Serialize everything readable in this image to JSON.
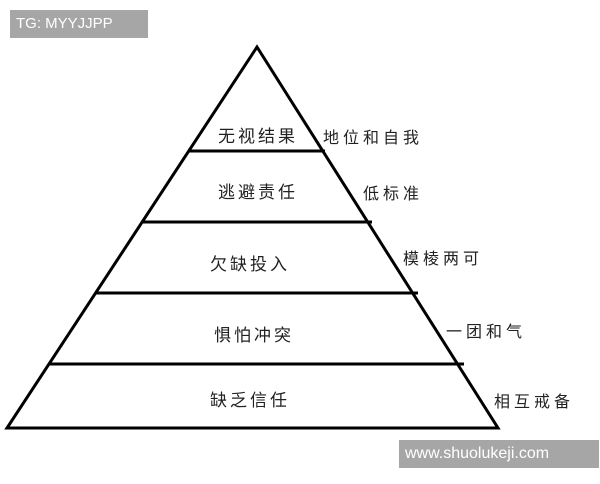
{
  "watermarks": {
    "top": "TG: MYYJJPP",
    "bottom": "www.shuolukeji.com"
  },
  "pyramid": {
    "layers": [
      {
        "level": 1,
        "dysfunction": "无视结果",
        "symptom": "地位和自我"
      },
      {
        "level": 2,
        "dysfunction": "逃避责任",
        "symptom": "低标准"
      },
      {
        "level": 3,
        "dysfunction": "欠缺投入",
        "symptom": "模棱两可"
      },
      {
        "level": 4,
        "dysfunction": "惧怕冲突",
        "symptom": "一团和气"
      },
      {
        "level": 5,
        "dysfunction": "缺乏信任",
        "symptom": "相互戒备"
      }
    ]
  },
  "colors": {
    "line": "#000000",
    "background": "#ffffff",
    "watermark_bg": "#a6a6a6",
    "watermark_text": "#ffffff"
  }
}
